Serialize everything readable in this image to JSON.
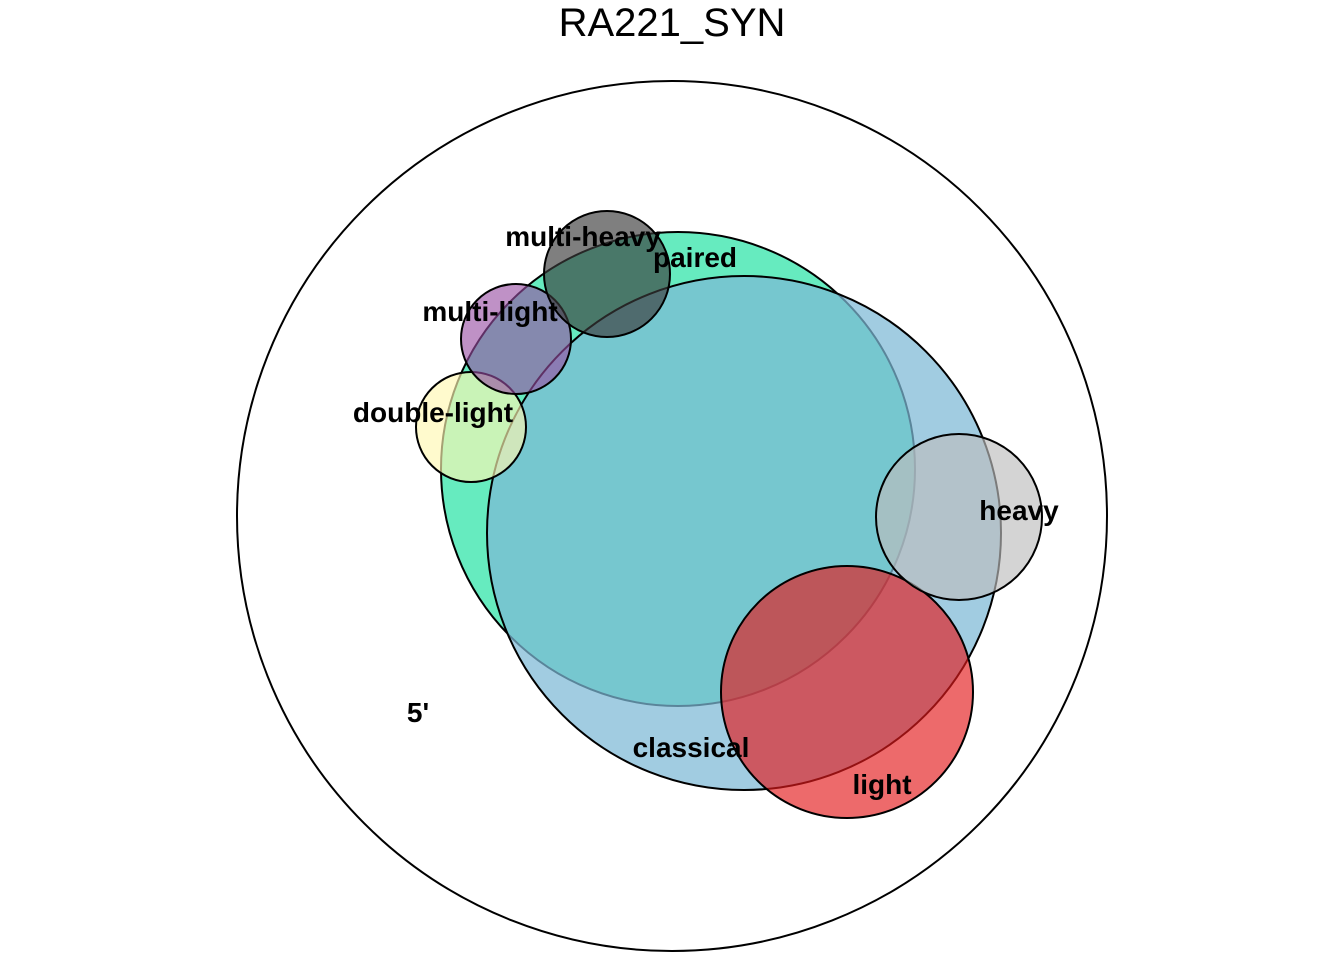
{
  "title": "RA221_SYN",
  "sets": [
    {
      "key": "universe",
      "label": "5'",
      "color": "#ffffff",
      "opacity": 0
    },
    {
      "key": "paired",
      "label": "paired",
      "color": "#00de94",
      "opacity": 0.6
    },
    {
      "key": "classical",
      "label": "classical",
      "color": "#7db9d6",
      "opacity": 0.72
    },
    {
      "key": "light",
      "label": "light",
      "color": "#e41a1c",
      "opacity": 0.65
    },
    {
      "key": "heavy",
      "label": "heavy",
      "color": "#bdbdbd",
      "opacity": 0.65
    },
    {
      "key": "double-light",
      "label": "double-light",
      "color": "#fff7b2",
      "opacity": 0.65
    },
    {
      "key": "multi-light",
      "label": "multi-light",
      "color": "#984ea3",
      "opacity": 0.62
    },
    {
      "key": "multi-heavy",
      "label": "multi-heavy",
      "color": "#3a3a3a",
      "opacity": 0.65
    }
  ]
}
